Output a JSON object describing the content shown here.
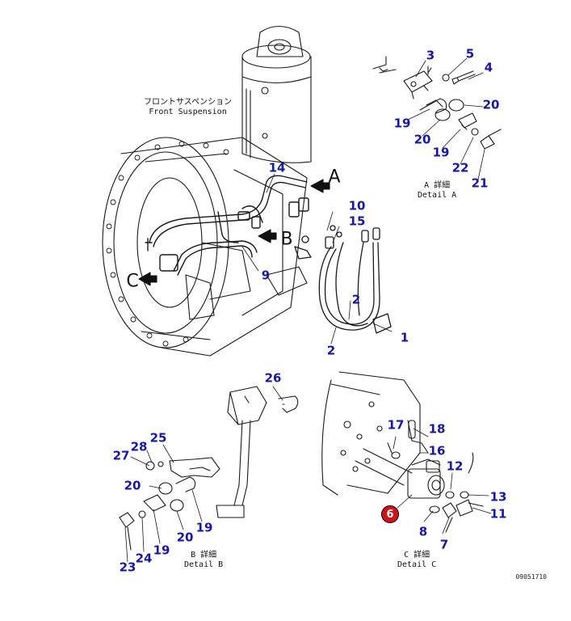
{
  "labels": {
    "front_suspension_jp": "フロントサスペンション",
    "front_suspension_en": "Front Suspension",
    "detail_a_jp": "A 詳細",
    "detail_a_en": "Detail A",
    "detail_b_jp": "B 詳細",
    "detail_b_en": "Detail B",
    "detail_c_jp": "C 詳細",
    "detail_c_en": "Detail C"
  },
  "view_letters": {
    "a": "A",
    "b": "B",
    "c": "C"
  },
  "sheet_number": "09051710",
  "colors": {
    "callout": "#1818a8",
    "highlight": "#d0121b",
    "line": "#1a1a1a"
  },
  "callouts": {
    "c1": "1",
    "c2a": "2",
    "c2b": "2",
    "c3": "3",
    "c4": "4",
    "c5": "5",
    "c6": "6",
    "c7": "7",
    "c8": "8",
    "c9": "9",
    "c10": "10",
    "c11": "11",
    "c12": "12",
    "c13": "13",
    "c14": "14",
    "c15": "15",
    "c16": "16",
    "c17": "17",
    "c18": "18",
    "c19a": "19",
    "c19b": "19",
    "c19c": "19",
    "c19d": "19",
    "c20a": "20",
    "c20b": "20",
    "c20c": "20",
    "c20d": "20",
    "c21": "21",
    "c22": "22",
    "c23": "23",
    "c24": "24",
    "c25": "25",
    "c26": "26",
    "c27": "27",
    "c28": "28"
  }
}
